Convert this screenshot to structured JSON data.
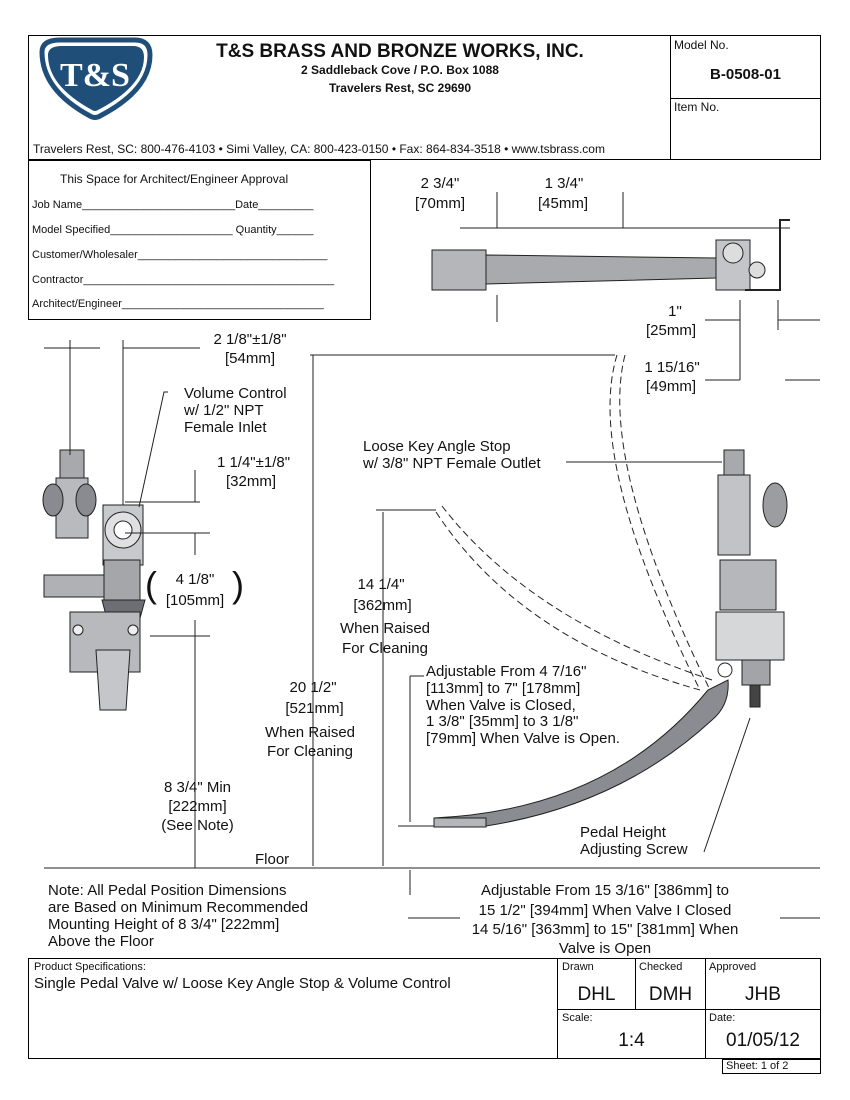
{
  "header": {
    "logo_text": "T&S",
    "company": "T&S BRASS AND BRONZE WORKS, INC.",
    "address_line1": "2 Saddleback Cove / P.O. Box 1088",
    "address_line2": "Travelers Rest, SC  29690",
    "model_label": "Model No.",
    "model_value": "B-0508-01",
    "item_label": "Item No.",
    "contact": "Travelers Rest, SC: 800-476-4103 • Simi Valley, CA: 800-423-0150 • Fax: 864-834-3518 • www.tsbrass.com"
  },
  "approval": {
    "title": "This Space for Architect/Engineer Approval",
    "job": "Job Name_________________________Date_________",
    "model": "Model Specified____________________ Quantity______",
    "customer": "Customer/Wholesaler_______________________________",
    "contractor": "Contractor_________________________________________",
    "architect": "Architect/Engineer_________________________________"
  },
  "dimensions": {
    "d_2_3_4": "2 3/4\"",
    "d_70mm": "70mm",
    "d_1_3_4": "1 3/4\"",
    "d_45mm": "45mm",
    "d_1in": "1\"",
    "d_25mm": "25mm",
    "d_1_15_16": "1 15/16\"",
    "d_49mm": "49mm",
    "d_2_1_8": "2 1/8\"±1/8\"",
    "d_54mm": "[54mm]",
    "d_1_1_4": "1 1/4\"±1/8\"",
    "d_32mm": "[32mm]",
    "d_4_1_8": "4 1/8\"",
    "d_105mm": "105mm",
    "d_14_1_4": "14 1/4\"",
    "d_362mm": "362mm",
    "d_raised1": "When Raised",
    "d_cleaning1": "For Cleaning",
    "d_20_1_2": "20 1/2\"",
    "d_521mm": "521mm",
    "d_raised2": "When Raised",
    "d_cleaning2": "For Cleaning",
    "d_8_3_4": "8 3/4\" Min",
    "d_222mm": "[222mm]",
    "d_seenote": "(See Note)"
  },
  "callouts": {
    "volume_1": "Volume Control",
    "volume_2": "w/ 1/2\" NPT",
    "volume_3": "Female Inlet",
    "loose_1": "Loose Key Angle Stop",
    "loose_2": "w/ 3/8\" NPT Female Outlet",
    "adj_1": "Adjustable From 4 7/16\"",
    "adj_2": "[113mm] to 7\" [178mm]",
    "adj_3": "When Valve is Closed,",
    "adj_4": "1 3/8\" [35mm] to 3 1/8\"",
    "adj_5": "[79mm] When Valve is Open.",
    "pedal_1": "Pedal Height",
    "pedal_2": "Adjusting Screw",
    "floor": "Floor",
    "bottom_1": "Adjustable From 15 3/16\" [386mm] to",
    "bottom_2": "15 1/2\" [394mm] When Valve I Closed",
    "bottom_3": "14 5/16\" [363mm] to 15\" [381mm] When",
    "bottom_4": "Valve is Open"
  },
  "note": {
    "line1": "Note: All Pedal Position Dimensions",
    "line2": "are Based on Minimum Recommended",
    "line3": "Mounting Height of 8 3/4\" [222mm]",
    "line4": "Above the Floor"
  },
  "footer": {
    "spec_label": "Product Specifications:",
    "spec_value": "Single Pedal Valve w/ Loose Key Angle Stop & Volume Control",
    "drawn_label": "Drawn",
    "drawn_value": "DHL",
    "checked_label": "Checked",
    "checked_value": "DMH",
    "approved_label": "Approved",
    "approved_value": "JHB",
    "scale_label": "Scale:",
    "scale_value": "1:4",
    "date_label": "Date:",
    "date_value": "01/05/12",
    "sheet": "Sheet:  1   of   2"
  },
  "colors": {
    "logo_blue": "#1f4e79",
    "metal": "#9a9aa0",
    "metal_dark": "#55575c"
  }
}
